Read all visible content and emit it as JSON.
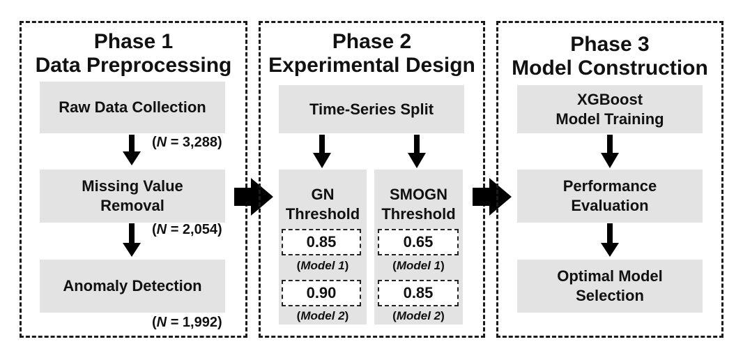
{
  "phase1": {
    "title_line1": "Phase 1",
    "title_line2": "Data Preprocessing",
    "step1": "Raw Data Collection",
    "step2_line1": "Missing Value",
    "step2_line2": "Removal",
    "step3": "Anomaly Detection",
    "n_label": "N",
    "n1_value": "= 3,288)",
    "n2_value": "= 2,054)",
    "n3_value": "= 1,992)"
  },
  "phase2": {
    "title_line1": "Phase 2",
    "title_line2": "Experimental Design",
    "split": "Time-Series Split",
    "gn": {
      "title_line1": "GN",
      "title_line2": "Threshold",
      "value1": "0.85",
      "value2": "0.90",
      "model1": "Model 1",
      "model2": "Model 2"
    },
    "smogn": {
      "title_line1": "SMOGN",
      "title_line2": "Threshold",
      "value1": "0.65",
      "value2": "0.85",
      "model1": "Model 1",
      "model2": "Model 2"
    }
  },
  "phase3": {
    "title_line1": "Phase 3",
    "title_line2": "Model Construction",
    "step1_line1": "XGBoost",
    "step1_line2": "Model Training",
    "step2_line1": "Performance",
    "step2_line2": "Evaluation",
    "step3_line1": "Optimal Model",
    "step3_line2": "Selection"
  },
  "colors": {
    "box_fill": "#e3e3e3",
    "border": "#1a1a1a",
    "arrow": "#000000"
  }
}
